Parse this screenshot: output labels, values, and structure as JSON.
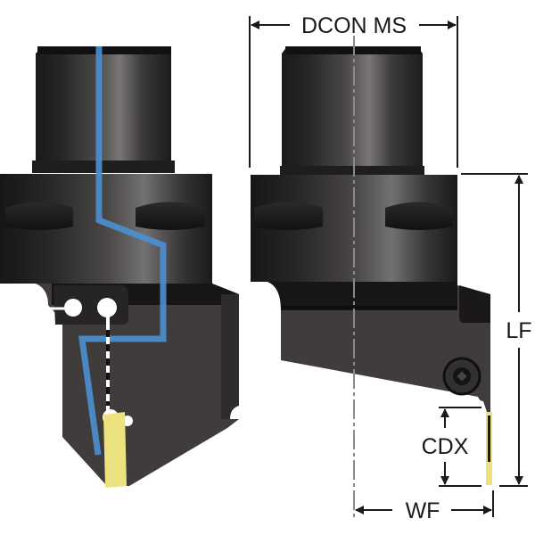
{
  "diagram": {
    "subject": "Coromant Capto toolholder with parting/grooving blade and insert",
    "views": [
      {
        "id": "left",
        "description": "Side view with internal coolant channel",
        "coolant_channel": true
      },
      {
        "id": "right",
        "description": "Front view with dimension annotations",
        "coolant_channel": false
      }
    ],
    "dimensions": {
      "dcon_ms": {
        "label": "DCON MS",
        "meaning": "connection diameter, machine side"
      },
      "lf": {
        "label": "LF",
        "meaning": "functional length"
      },
      "cdx": {
        "label": "CDX",
        "meaning": "cutting depth maximum"
      },
      "wf": {
        "label": "WF",
        "meaning": "functional width"
      }
    },
    "colors": {
      "body_dark": "#1c1c1c",
      "body_mid": "#3a3838",
      "body_highlight": "#7a7676",
      "blade": "#4a4646",
      "coolant": "#4a90d0",
      "insert": "#ece280",
      "dimension_lines": "#1a1a1a",
      "centerline": "#8a8a8a",
      "background": "#ffffff"
    }
  }
}
